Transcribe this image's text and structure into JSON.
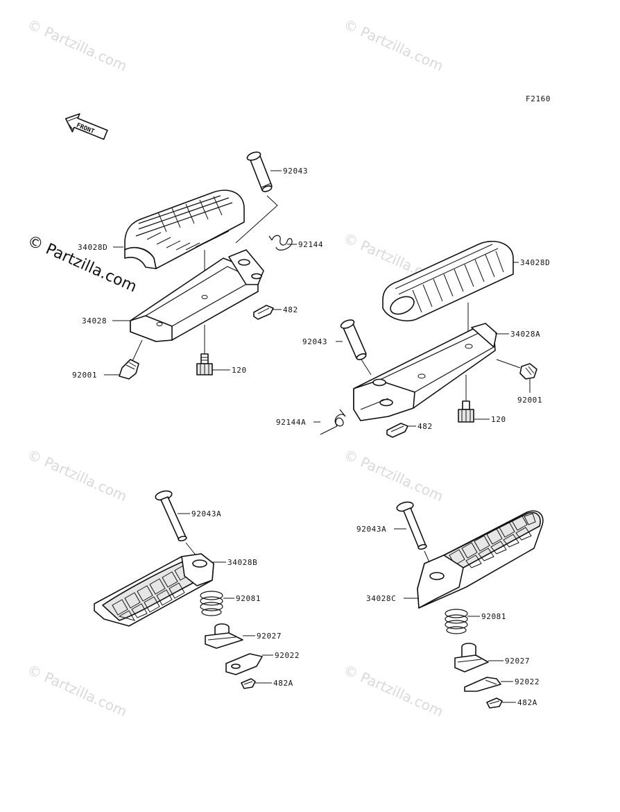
{
  "figure_code": "F2160",
  "front_arrow_label": "FRONT",
  "watermark_text": "© Partzilla.com",
  "watermark_main": "© Partzilla.com",
  "labels": {
    "l92043_top": "92043",
    "l92144_top": "92144",
    "l34028D_left": "34028D",
    "l34028_left": "34028",
    "l482_left": "482",
    "l92001_left": "92001",
    "l120_left": "120",
    "l34028D_right": "34028D",
    "l34028A": "34028A",
    "l92043_right": "92043",
    "l92001_right": "92001",
    "l92144A": "92144A",
    "l482_right": "482",
    "l120_right": "120",
    "l92043A_left": "92043A",
    "l34028B": "34028B",
    "l92081_left": "92081",
    "l92027_left": "92027",
    "l92022_left": "92022",
    "l482A_left": "482A",
    "l92043A_right": "92043A",
    "l34028C": "34028C",
    "l92081_right": "92081",
    "l92027_right": "92027",
    "l92022_right": "92022",
    "l482A_right": "482A"
  }
}
